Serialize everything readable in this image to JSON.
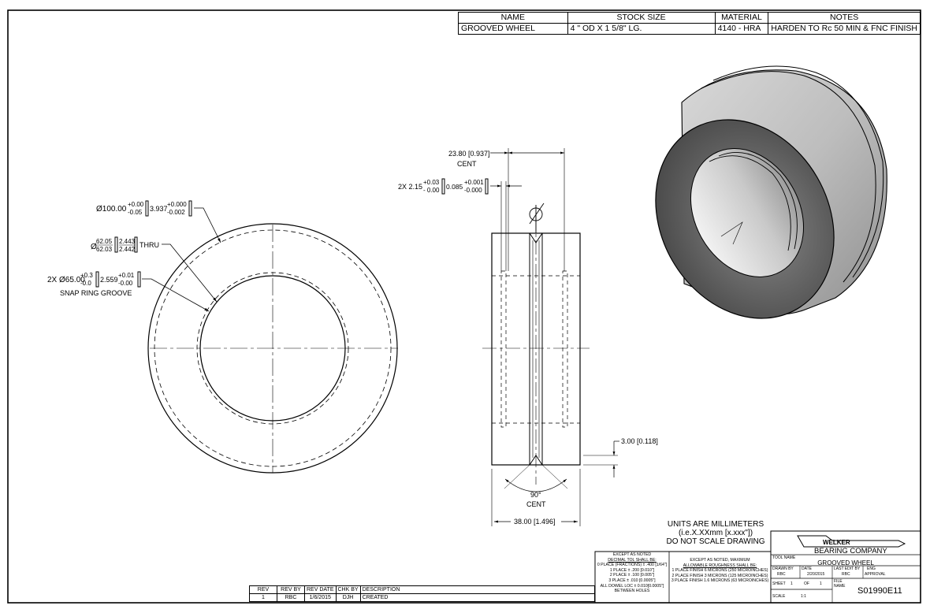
{
  "header_table": {
    "columns": [
      "NAME",
      "STOCK SIZE",
      "MATERIAL",
      "NOTES"
    ],
    "row": [
      "GROOVED WHEEL",
      "4 \" OD X 1 5/8\" LG.",
      "4140 - HRA",
      "HARDEN TO Rc 50 MIN & FNC FINISH"
    ]
  },
  "front_view": {
    "od_dim": {
      "value": "Ø100.00",
      "tol_plus": "+0.00",
      "tol_minus": "-0.05",
      "inch_value": "3.937",
      "inch_plus": "+0.000",
      "inch_minus": "-0.002"
    },
    "bore_dim": {
      "prefix": "Ø",
      "upper": "62.05",
      "lower": "62.03",
      "inch_upper": "2.443",
      "inch_lower": "2.442",
      "suffix": "THRU"
    },
    "groove_dim": {
      "value": "2X Ø65.00",
      "tol_plus": "+0.3",
      "tol_minus": "-0.0",
      "inch_value": "2.559",
      "inch_plus": "+0.01",
      "inch_minus": "-0.00",
      "note": "SNAP RING GROOVE"
    }
  },
  "side_view": {
    "groove_spacing": {
      "value": "23.80 [0.937]",
      "note": "CENT"
    },
    "groove_width": {
      "value": "2X 2.15",
      "tol_plus": "+0.03",
      "tol_minus": "- 0.00",
      "inch_value": "0.085",
      "inch_plus": "+0.001",
      "inch_minus": "-0.000"
    },
    "chamfer_depth": "3.00 [0.118]",
    "angle": {
      "value": "90°",
      "note": "CENT"
    },
    "length": "38.00 [1.496]"
  },
  "units_note": [
    "UNITS ARE MILLIMETERS",
    "(i.e.X.XXmm [x.xxx\"])",
    "DO NOT SCALE DRAWING"
  ],
  "tolerance_block": {
    "lines": [
      "EXCEPT AS NOTED",
      "DECIMAL TOL SHALL BE:",
      "0 PLACE (FRACTIONS) ± .400 [1/64\"]",
      "1 PLACE ± .200 [0.010\"]",
      "2 PLACE ± .100 [0.005\"]",
      "3 PLACE ± .010 [0.0005\"]",
      "ALL DOWEL LOC ± 0.010[0.0005\"]",
      "BETWEEN HOLES"
    ]
  },
  "finish_block": {
    "lines": [
      "EXCEPT AS NOTED, MAXIMUM",
      "ALLOWABLE ROUGHNESS SHALL BE:",
      "1 PLACE FINISH 6 MICRONS (250 MICROINCHES)",
      "2 PLACE FINISH 3 MICRONS (125 MICROINCHES)",
      "3 PLACE FINISH 1.6 MICRONS (63 MICROINCHES)"
    ]
  },
  "revision_table": {
    "columns": [
      "REV",
      "REV BY",
      "REV DATE",
      "CHK BY",
      "DESCRIPTION"
    ],
    "row": [
      "1",
      "RBC",
      "1/6/2015",
      "DJH",
      "CREATED"
    ]
  },
  "title_block": {
    "logo_text": "WELKER",
    "company": "BEARING COMPANY",
    "tool_name_label": "TOOL NAME",
    "tool_name": "GROOVED WHEEL",
    "drawn_by_label": "DRAWN BY",
    "drawn_by": "RBC",
    "date_label": "DATE",
    "date": "2/20/2015",
    "last_edit_label": "LAST EDIT BY",
    "last_edit": "RBC",
    "eng_label": "ENG",
    "approval_label": "APPROVAL",
    "sheet_label": "SHEET",
    "sheet": "1",
    "of_label": "OF",
    "of": "1",
    "file_label": "FILE NAME",
    "scale_label": "SCALE",
    "scale": "1:1",
    "drawing_number": "S01990E11"
  }
}
